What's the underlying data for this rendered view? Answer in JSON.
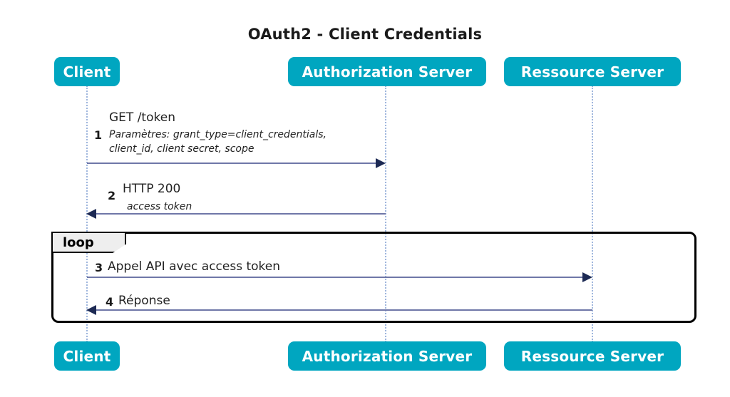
{
  "diagram": {
    "title": "OAuth2 - Client Credentials",
    "type": "sequence-diagram",
    "accent_color": "#00a6c0",
    "lifeline_color": "#9fb6dd",
    "arrow_color": "#6f77a8",
    "arrowhead_color": "#1d2a54",
    "fragment_border_color": "#000000",
    "fragment_tab_fill": "#eeeeee"
  },
  "participants": [
    {
      "id": "client",
      "label": "Client"
    },
    {
      "id": "authorization_server",
      "label": "Authorization Server"
    },
    {
      "id": "ressource_server",
      "label": "Ressource Server"
    }
  ],
  "messages": [
    {
      "number": "1",
      "label": "GET /token",
      "sub_line_1": "Paramètres: grant_type=client_credentials,",
      "sub_line_2": "client_id, client secret, scope",
      "from": "client",
      "to": "authorization_server",
      "direction": "right"
    },
    {
      "number": "2",
      "label": "HTTP 200",
      "sub_line_1": "access token",
      "from": "authorization_server",
      "to": "client",
      "direction": "left"
    },
    {
      "number": "3",
      "label": "Appel API avec access token",
      "from": "client",
      "to": "ressource_server",
      "direction": "right"
    },
    {
      "number": "4",
      "label": "Réponse",
      "from": "ressource_server",
      "to": "client",
      "direction": "left"
    }
  ],
  "fragments": [
    {
      "id": "loop",
      "label": "loop"
    }
  ]
}
